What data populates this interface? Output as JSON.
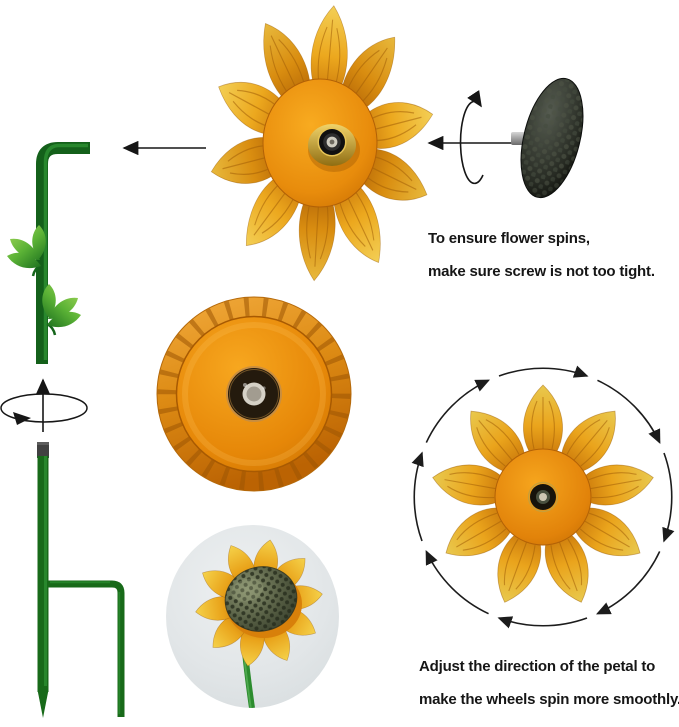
{
  "notes": {
    "screw": {
      "line1": "To ensure flower spins,",
      "line2": "make sure screw is not too tight."
    },
    "petal": {
      "line1": "Adjust the direction of the petal to",
      "line2": "make the wheels spin more smoothly."
    }
  },
  "palette": {
    "background": "#ffffff",
    "petal_gold": "#eca81e",
    "petal_shadow": "#c06a05",
    "disc_orange": "#ed8d0e",
    "stake_green": "#1e7a1f",
    "leaf_green": "#7cc344",
    "cap_charcoal": "#2e312d",
    "photo_backdrop": "#e2e6e8",
    "arrow_black": "#161616",
    "text": "#161616"
  },
  "components": {
    "stake_upper": "shepherd-hook stake with leaves",
    "flower_wheel": "sunflower wheel with bearing hub",
    "screw_cap": "hammered dome screw cap",
    "stake_joint": "twist-together stake joint",
    "disc_back": "flower hub disc rear view",
    "spinning_flower": "flower wheel spinning clockwise",
    "ground_stake": "ground stake with fork prong",
    "assembled_photo": "assembled sunflower spinner"
  }
}
